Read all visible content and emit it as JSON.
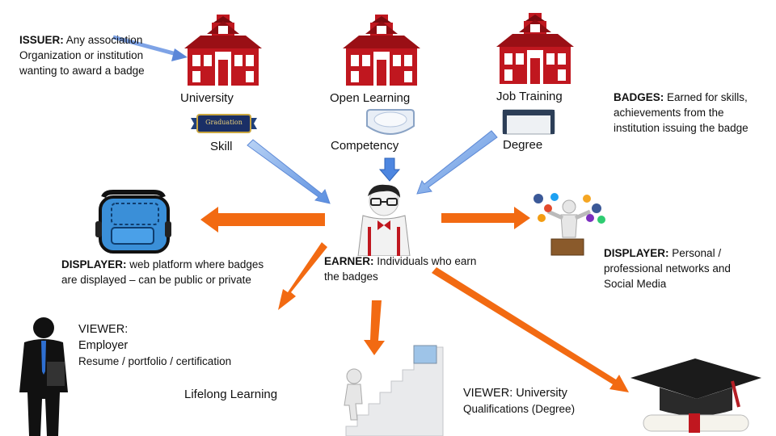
{
  "issuer": {
    "title": "ISSUER:",
    "text_line1": " Any association",
    "text_line2": "Organization or institution",
    "text_line3": "wanting to award a badge"
  },
  "institutions": [
    {
      "label": "University",
      "icon": "schoolhouse-icon"
    },
    {
      "label": "Open Learning",
      "icon": "schoolhouse-icon"
    },
    {
      "label": "Job Training",
      "icon": "schoolhouse-icon"
    }
  ],
  "badge_types": [
    {
      "label": "Skill",
      "icon": "ribbon-badge-icon"
    },
    {
      "label": "Competency",
      "icon": "oval-badge-icon"
    },
    {
      "label": "Degree",
      "icon": "certificate-badge-icon"
    }
  ],
  "ribbon_text": "Graduation",
  "badges": {
    "title": "BADGES:",
    "line1": " Earned for skills,",
    "line2": "achievements from the",
    "line3": "institution issuing the badge"
  },
  "displayer_web": {
    "title": "DISPLAYER:",
    "line1": " web platform where badges",
    "line2": "are displayed – can be public or private"
  },
  "earner": {
    "title": "EARNER:",
    "line1": " Individuals who earn",
    "line2": "the badges"
  },
  "displayer_social": {
    "title": "DISPLAYER:",
    "line1": " Personal /",
    "line2": "professional  networks and",
    "line3": "Social Media"
  },
  "viewer_employer": {
    "title": "VIEWER:",
    "subtitle": "Employer",
    "line": "Resume / portfolio / certification"
  },
  "lifelong": {
    "label": "Lifelong Learning"
  },
  "viewer_university": {
    "title": "VIEWER: University",
    "line": "Qualifications (Degree)"
  },
  "colors": {
    "arrow_orange": "#f26a12",
    "arrow_blue": "#6f9ee8",
    "house_red": "#c0171f",
    "backpack_blue": "#3a8fd8"
  }
}
